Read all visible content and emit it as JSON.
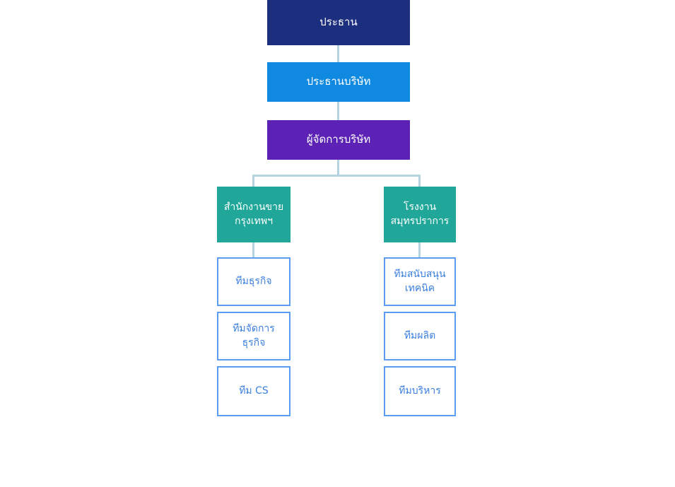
{
  "chart": {
    "type": "org-chart",
    "title": "",
    "background_color": "#ffffff",
    "connector_color": "#b3d4e0",
    "palette": {
      "navy": "#1c2f7f",
      "azure": "#1089e0",
      "purple": "#5c22b5",
      "teal": "#20a79a",
      "outline_border": "#5b9bf0",
      "outline_text": "#3b7fe0",
      "fill_text": "#ffffff"
    }
  },
  "nodes": {
    "president": {
      "label": "ประธาน",
      "color": "#1c2f7f",
      "level": 1
    },
    "company_chair": {
      "label": "ประธานบริษัท",
      "color": "#1089e0",
      "level": 2
    },
    "company_manager": {
      "label": "ผู้จัดการบริษัท",
      "color": "#5c22b5",
      "level": 3
    },
    "bangkok_sales_office": {
      "label": "สำนักงานขาย\nกรุงเทพฯ",
      "color": "#20a79a",
      "level": 4
    },
    "samut_prakan_factory": {
      "label": "โรงงาน\nสมุทรปราการ",
      "color": "#20a79a",
      "level": 4
    },
    "business_team": {
      "label": "ทีมธุรกิจ",
      "level": 5
    },
    "business_management_team": {
      "label": "ทีมจัดการ\nธุรกิจ",
      "level": 5
    },
    "cs_team": {
      "label": "ทีม CS",
      "level": 5
    },
    "technical_support_team": {
      "label": "ทีมสนับสนุน\nเทคนิค",
      "level": 5
    },
    "production_team": {
      "label": "ทีมผลิต",
      "level": 5
    },
    "admin_team": {
      "label": "ทีมบริหาร",
      "level": 5
    }
  },
  "edges": [
    {
      "from": "president",
      "to": "company_chair"
    },
    {
      "from": "company_chair",
      "to": "company_manager"
    },
    {
      "from": "company_manager",
      "to": "bangkok_sales_office"
    },
    {
      "from": "company_manager",
      "to": "samut_prakan_factory"
    },
    {
      "from": "bangkok_sales_office",
      "to": "business_team"
    },
    {
      "from": "samut_prakan_factory",
      "to": "technical_support_team"
    }
  ]
}
